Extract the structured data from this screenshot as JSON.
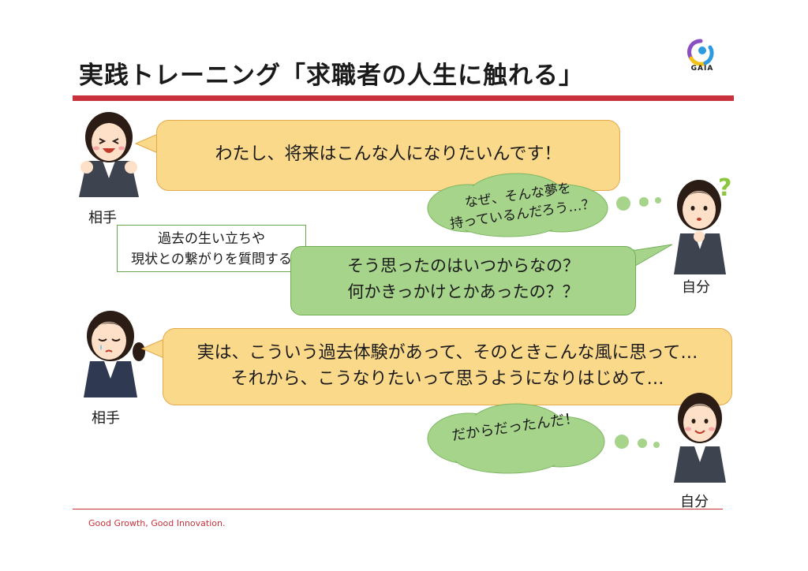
{
  "slide": {
    "title": "実践トレーニング「求職者の人生に触れる」",
    "logo_text": "GAIA",
    "footer": "Good Growth,  Good Innovation."
  },
  "labels": {
    "partner_top": "相手",
    "self_mid": "自分",
    "partner_bottom": "相手",
    "self_bottom": "自分"
  },
  "bubbles": {
    "partner_1": "わたし、将来はこんな人になりたいんです！",
    "thought_1": [
      "なぜ、そんな夢を",
      "持っているんだろう…？"
    ],
    "note": [
      "過去の生い立ちや",
      "現状との繋がりを質問する"
    ],
    "question": [
      "そう思ったのはいつからなの？",
      "何かきっかけとかあったの？？"
    ],
    "partner_2": [
      "実は、こういう過去体験があって、そのときこんな風に思って…",
      "それから、こうなりたいって思うようになりはじめて…"
    ],
    "thought_2": "だからだったんだ！"
  },
  "colors": {
    "accent_red": "#c8323c",
    "bubble_orange": "#fbd98a",
    "bubble_green": "#a7d48b"
  }
}
